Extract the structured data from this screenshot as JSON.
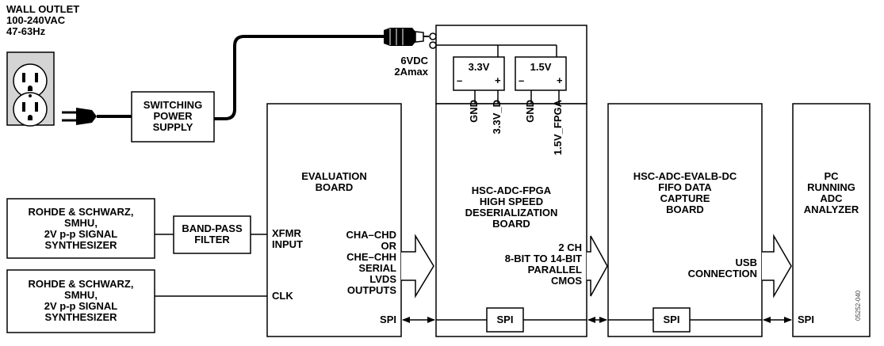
{
  "wall_outlet": {
    "line1": "WALL OUTLET",
    "line2": "100-240VAC",
    "line3": "47-63Hz"
  },
  "power_supply": {
    "line1": "SWITCHING",
    "line2": "POWER",
    "line3": "SUPPLY"
  },
  "dc_input": {
    "line1": "6VDC",
    "line2": "2Amax"
  },
  "regulators": [
    {
      "label": "3.3V",
      "minus": "–",
      "plus": "+"
    },
    {
      "label": "1.5V",
      "minus": "–",
      "plus": "+"
    }
  ],
  "rails": [
    "GND",
    "3.3V_D",
    "GND",
    "1.5V_FPGA"
  ],
  "synth1": {
    "line1": "ROHDE & SCHWARZ,",
    "line2": "SMHU,",
    "line3": "2V p-p SIGNAL",
    "line4": "SYNTHESIZER"
  },
  "synth2": {
    "line1": "ROHDE & SCHWARZ,",
    "line2": "SMHU,",
    "line3": "2V p-p SIGNAL",
    "line4": "SYNTHESIZER"
  },
  "filter": {
    "line1": "BAND-PASS",
    "line2": "FILTER"
  },
  "eval_board": {
    "title1": "EVALUATION",
    "title2": "BOARD",
    "xfmr1": "XFMR",
    "xfmr2": "INPUT",
    "clk": "CLK",
    "out1": "CHA–CHD",
    "out2": "OR",
    "out3": "CHE–CHH",
    "out4": "SERIAL",
    "out5": "LVDS",
    "out6": "OUTPUTS",
    "spi": "SPI"
  },
  "fpga_board": {
    "title1": "HSC-ADC-FPGA",
    "title2": "HIGH SPEED",
    "title3": "DESERIALIZATION",
    "title4": "BOARD",
    "out1": "2 CH",
    "out2": "8-BIT TO 14-BIT",
    "out3": "PARALLEL",
    "out4": "CMOS",
    "spi": "SPI"
  },
  "capture_board": {
    "title1": "HSC-ADC-EVALB-DC",
    "title2": "FIFO DATA",
    "title3": "CAPTURE",
    "title4": "BOARD",
    "usb1": "USB",
    "usb2": "CONNECTION",
    "spi": "SPI"
  },
  "pc": {
    "line1": "PC",
    "line2": "RUNNING",
    "line3": "ADC",
    "line4": "ANALYZER",
    "spi": "SPI"
  },
  "figure_id": "05252-040"
}
